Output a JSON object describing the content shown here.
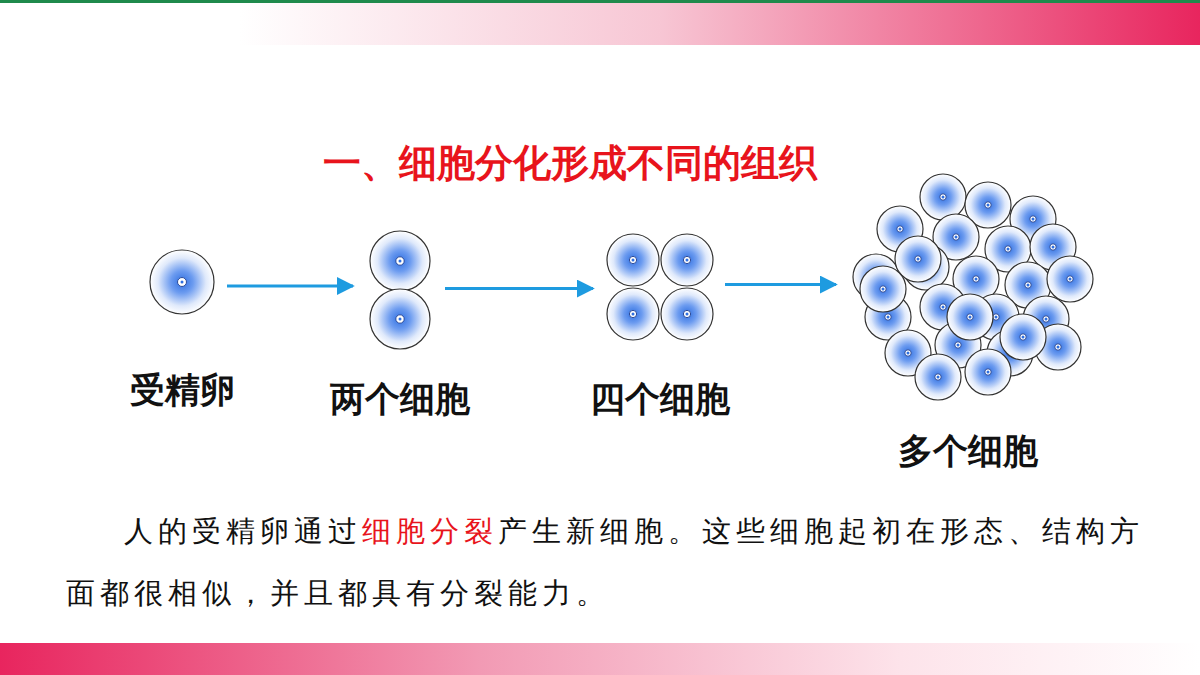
{
  "diagram": {
    "title": "一、细胞分化形成不同的组织",
    "nodes": [
      {
        "text": [
          "受精卵"
        ]
      },
      {
        "text": [
          "两个细胞"
        ]
      },
      {
        "text": [
          "四个细胞"
        ]
      },
      {
        "text": [
          "多个细胞"
        ]
      }
    ],
    "edges": [
      {
        "from": 0,
        "to": 1,
        "arrow": "to"
      },
      {
        "from": 1,
        "to": 2,
        "arrow": "to"
      },
      {
        "from": 2,
        "to": 3,
        "arrow": "to"
      }
    ],
    "labels": [
      "人的受精卵通过",
      "细胞分裂",
      "产生新细胞。这些细胞起初在形态、结构方面都很相似，并且都具有分裂能力。"
    ]
  }
}
